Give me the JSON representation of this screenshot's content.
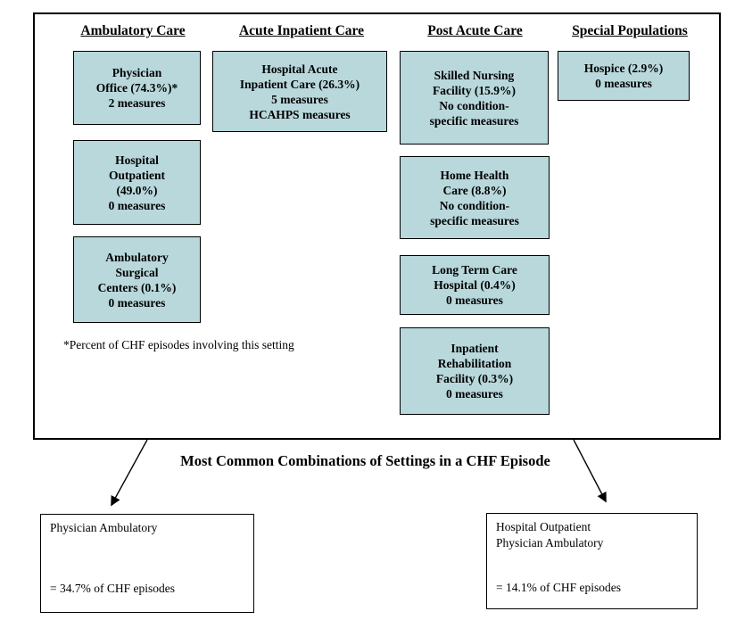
{
  "diagram": {
    "footnote": "*Percent of CHF episodes involving this setting",
    "combinations_title": "Most Common Combinations of Settings in a CHF Episode"
  },
  "colors": {
    "box_fill": "#b8d8dc",
    "border": "#000000",
    "text": "#000000"
  },
  "columns": [
    {
      "header": "Ambulatory Care",
      "boxes": [
        {
          "label": "Physician\nOffice (74.3%)*\n2 measures"
        },
        {
          "label": "Hospital\nOutpatient\n(49.0%)\n0 measures"
        },
        {
          "label": "Ambulatory\nSurgical\nCenters (0.1%)\n0 measures"
        }
      ]
    },
    {
      "header": "Acute Inpatient Care",
      "boxes": [
        {
          "label": "Hospital Acute\nInpatient Care (26.3%)\n5 measures\nHCAHPS measures"
        }
      ]
    },
    {
      "header": "Post Acute Care",
      "boxes": [
        {
          "label": "Skilled Nursing\nFacility (15.9%)\nNo condition-\nspecific measures"
        },
        {
          "label": "Home Health\nCare (8.8%)\nNo condition-\nspecific measures"
        },
        {
          "label": "Long Term Care\nHospital (0.4%)\n0 measures"
        },
        {
          "label": "Inpatient\nRehabilitation\nFacility (0.3%)\n0 measures"
        }
      ]
    },
    {
      "header": "Special Populations",
      "boxes": [
        {
          "label": "Hospice (2.9%)\n0 measures"
        }
      ]
    }
  ],
  "combinations": [
    {
      "settings": "Physician Ambulatory",
      "share": "= 34.7% of CHF episodes"
    },
    {
      "settings": "Hospital Outpatient\nPhysician Ambulatory",
      "share": "= 14.1% of CHF episodes"
    }
  ]
}
